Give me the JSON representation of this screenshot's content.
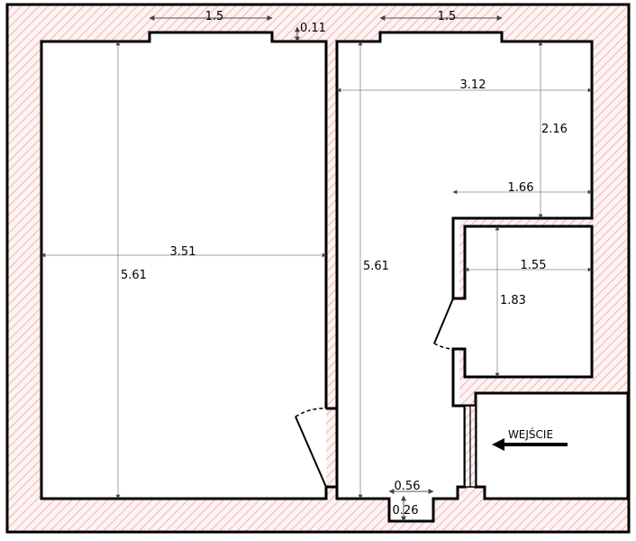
{
  "colors": {
    "background": "#ffffff",
    "wall_hatch": "#f2b8b8",
    "wall_outline": "#000000",
    "dimension_line": "#888888"
  },
  "dimensions": {
    "room1_window": "1.5",
    "room2_window": "1.5",
    "window_depth": "0.11",
    "room1_width": "3.51",
    "room1_height": "5.61",
    "room2_width": "3.12",
    "room2_height": "5.61",
    "upper_depth": "2.16",
    "corridor_width": "1.66",
    "bath_width": "1.55",
    "bath_height": "1.83",
    "niche_width": "0.56",
    "niche_depth": "0.26"
  },
  "labels": {
    "entrance": "WEJŚCIE"
  }
}
